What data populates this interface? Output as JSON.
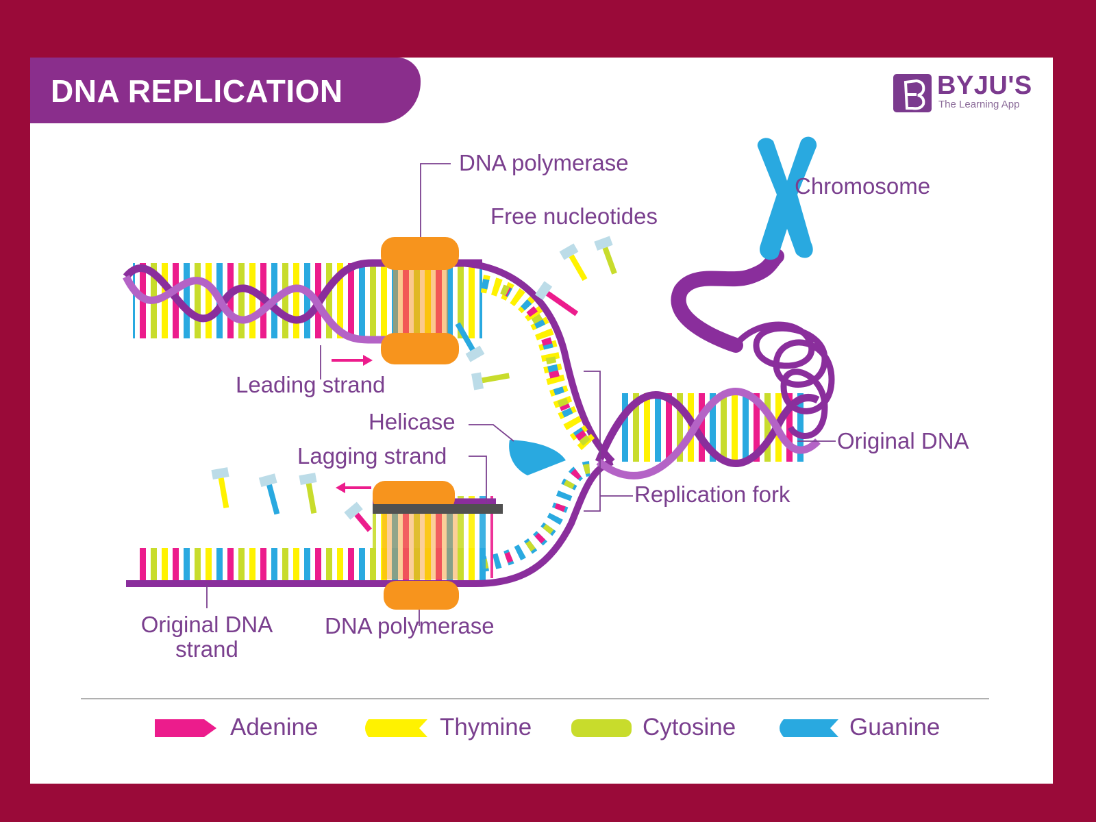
{
  "header": {
    "title": "DNA REPLICATION"
  },
  "logo": {
    "name": "BYJU'S",
    "tagline": "The Learning App"
  },
  "labels": {
    "dna_polymerase_top": "DNA polymerase",
    "free_nucleotides": "Free nucleotides",
    "chromosome": "Chromosome",
    "leading_strand": "Leading strand",
    "helicase": "Helicase",
    "lagging_strand": "Lagging strand",
    "original_dna": "Original DNA",
    "replication_fork": "Replication fork",
    "original_dna_strand_line1": "Original DNA",
    "original_dna_strand_line2": "strand",
    "dna_polymerase_bottom": "DNA polymerase"
  },
  "legend": [
    {
      "name": "Adenine",
      "color": "#ec1c8c"
    },
    {
      "name": "Thymine",
      "color": "#fff200"
    },
    {
      "name": "Cytosine",
      "color": "#c8dc2c"
    },
    {
      "name": "Guanine",
      "color": "#29a9e0"
    }
  ],
  "colors": {
    "background": "#9a0a39",
    "backbone": "#8a2e9c",
    "backbone_light": "#b463c6",
    "enzyme": "#f7941d",
    "helicase": "#29a9e0",
    "label": "#7a3f8e"
  }
}
